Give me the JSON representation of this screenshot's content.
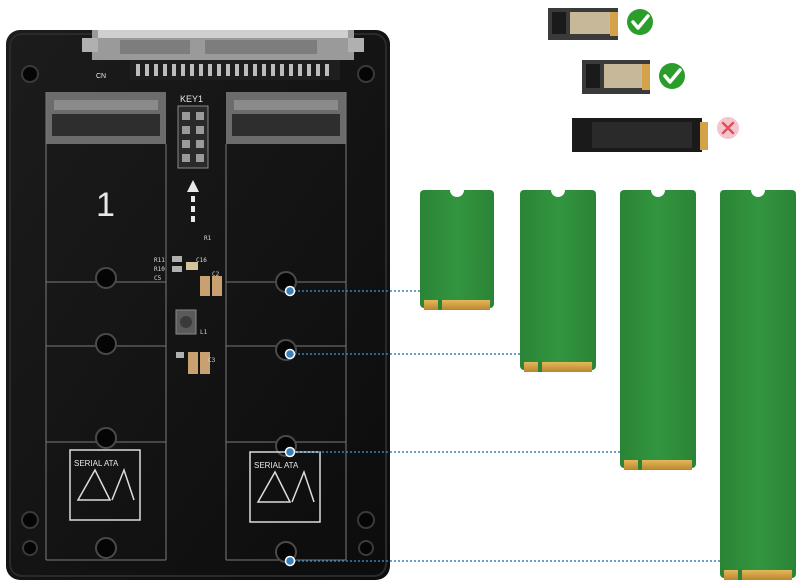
{
  "board": {
    "slot_number": "1",
    "key_label": "KEY1",
    "cn_label": "CN",
    "component_labels": [
      "R11",
      "R10",
      "C5",
      "C16",
      "C2",
      "L1",
      "C3",
      "R1"
    ],
    "logo_left": "SERIAL ATA",
    "logo_right": "SERIAL ATA"
  },
  "compatibility": {
    "check_color": "#2a9d2a",
    "cross_color": "#e05060",
    "icons": [
      "checkmark-icon",
      "checkmark-icon",
      "cross-icon"
    ]
  },
  "colors": {
    "pcb": "#141414",
    "module_green": "#2e8b3a",
    "gold_contact": "#d4a24a",
    "guide_line": "#3a7fb8"
  }
}
